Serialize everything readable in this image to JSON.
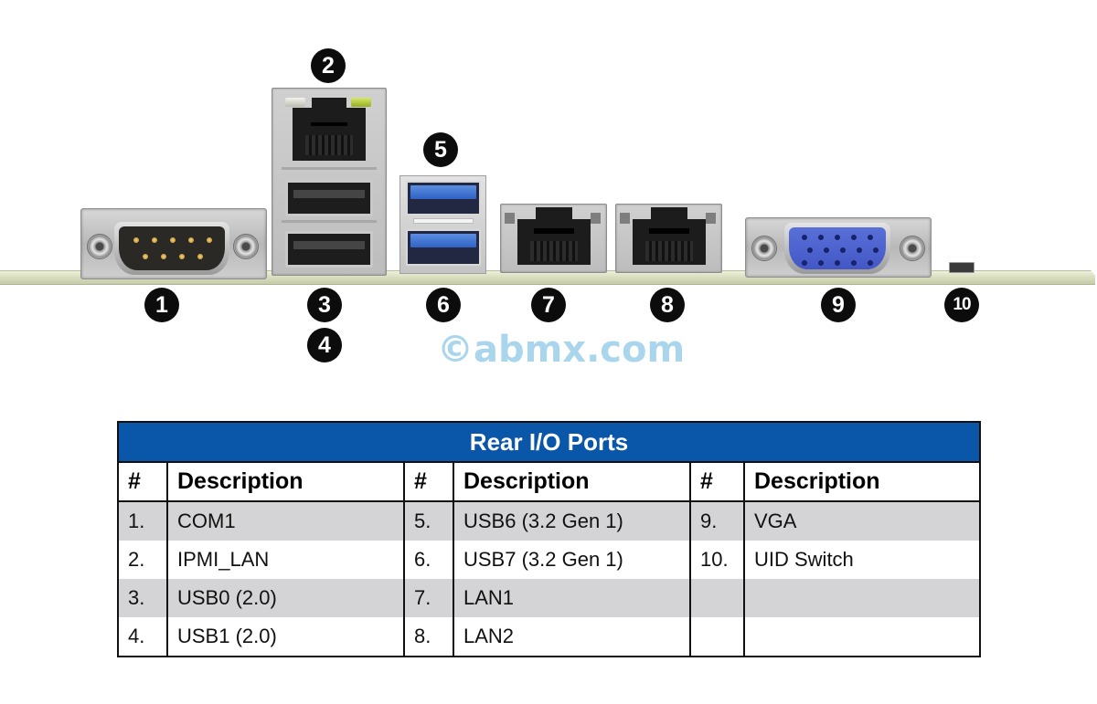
{
  "diagram": {
    "callouts": [
      {
        "number": "1",
        "port": "com1"
      },
      {
        "number": "2",
        "port": "ipmi-lan"
      },
      {
        "number": "3",
        "port": "usb0"
      },
      {
        "number": "4",
        "port": "usb1"
      },
      {
        "number": "5",
        "port": "usb6"
      },
      {
        "number": "6",
        "port": "usb7"
      },
      {
        "number": "7",
        "port": "lan1"
      },
      {
        "number": "8",
        "port": "lan2"
      },
      {
        "number": "9",
        "port": "vga"
      },
      {
        "number": "10",
        "port": "uid-switch"
      }
    ],
    "watermark": "©abmx.com"
  },
  "table": {
    "title": "Rear I/O Ports",
    "columns": [
      {
        "num_header": "#",
        "desc_header": "Description"
      },
      {
        "num_header": "#",
        "desc_header": "Description"
      },
      {
        "num_header": "#",
        "desc_header": "Description"
      }
    ],
    "rows": [
      [
        {
          "num": "1.",
          "desc": "COM1"
        },
        {
          "num": "5.",
          "desc": "USB6 (3.2 Gen 1)"
        },
        {
          "num": "9.",
          "desc": "VGA"
        }
      ],
      [
        {
          "num": "2.",
          "desc": "IPMI_LAN"
        },
        {
          "num": "6.",
          "desc": "USB7 (3.2 Gen 1)"
        },
        {
          "num": "10.",
          "desc": "UID Switch"
        }
      ],
      [
        {
          "num": "3.",
          "desc": "USB0 (2.0)"
        },
        {
          "num": "7.",
          "desc": "LAN1"
        },
        {
          "num": "",
          "desc": ""
        }
      ],
      [
        {
          "num": "4.",
          "desc": "USB1 (2.0)"
        },
        {
          "num": "8.",
          "desc": "LAN2"
        },
        {
          "num": "",
          "desc": ""
        }
      ]
    ]
  },
  "colors": {
    "header_blue": "#0a56a8",
    "row_gray": "#d4d4d6",
    "badge": "#0c0c0c",
    "watermark": "#a9d6ec",
    "usb3_blue": "#2f62c4",
    "vga_blue": "#4257c4"
  }
}
